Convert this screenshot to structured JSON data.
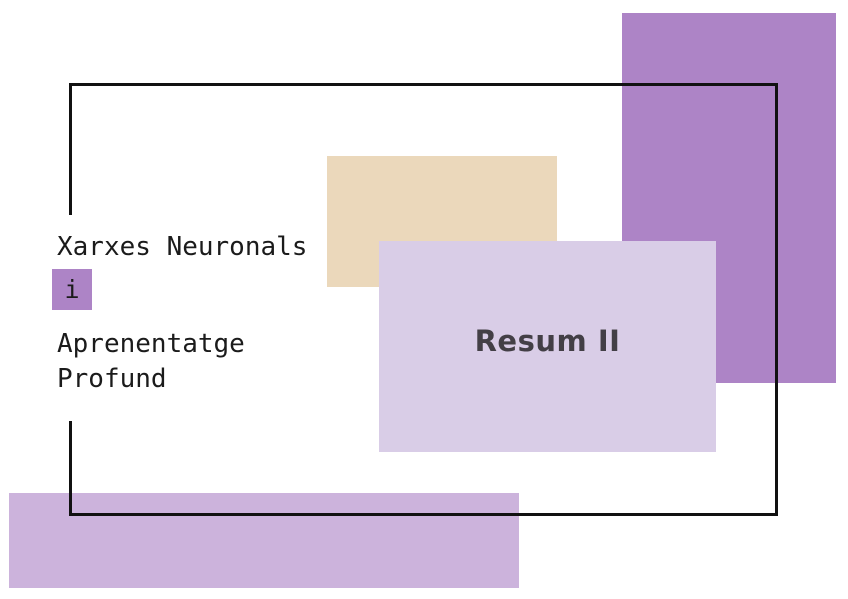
{
  "slide": {
    "title_line1": "Xarxes Neuronals",
    "title_conjunction": "i",
    "title_line2": "Aprenentatge",
    "title_line3": "Profund",
    "card_label": "Resum II"
  },
  "colors": {
    "purple_medium": "#ad84c6",
    "tan_beige": "#ebd8bb",
    "lavender_card": "#d9cde7",
    "purple_light_bottom": "#ccb3dc",
    "frame_black": "#111111",
    "title_text": "#1b1b1b",
    "card_text": "#433f46"
  }
}
